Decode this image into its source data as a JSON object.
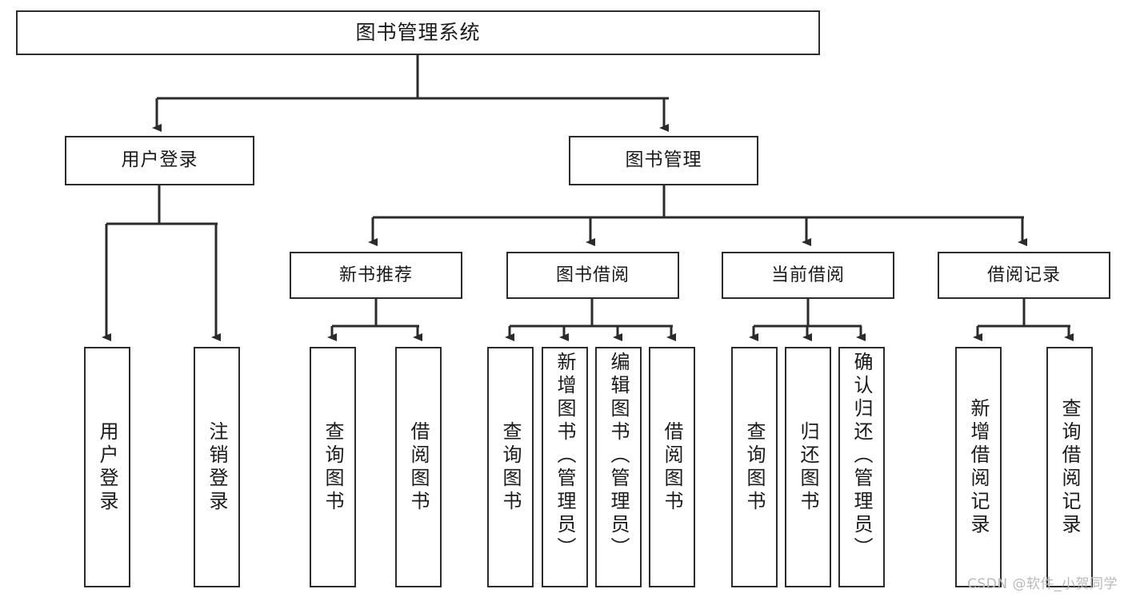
{
  "diagram": {
    "title": "图书管理系统",
    "watermark": "CSDN @软件_小贺同学",
    "colors": {
      "border": "#2b2b2b",
      "background": "#ffffff",
      "text": "#1a1a1a",
      "watermark": "#b9b9b9"
    },
    "nodes": {
      "root": {
        "label": "图书管理系统"
      },
      "level2": [
        {
          "label": "用户登录"
        },
        {
          "label": "图书管理"
        }
      ],
      "level3": [
        {
          "label": "新书推荐"
        },
        {
          "label": "图书借阅"
        },
        {
          "label": "当前借阅"
        },
        {
          "label": "借阅记录"
        }
      ],
      "leaves_user_login": [
        {
          "label": "用户登录"
        },
        {
          "label": "注销登录"
        }
      ],
      "leaves_new_book": [
        {
          "label": "查询图书"
        },
        {
          "label": "借阅图书"
        }
      ],
      "leaves_borrow": [
        {
          "label": "查询图书"
        },
        {
          "label": "新增图书（管理员）"
        },
        {
          "label": "编辑图书（管理员）"
        },
        {
          "label": "借阅图书"
        }
      ],
      "leaves_current": [
        {
          "label": "查询图书"
        },
        {
          "label": "归还图书"
        },
        {
          "label": "确认归还（管理员）"
        }
      ],
      "leaves_records": [
        {
          "label": "新增借阅记录"
        },
        {
          "label": "查询借阅记录"
        }
      ]
    }
  }
}
